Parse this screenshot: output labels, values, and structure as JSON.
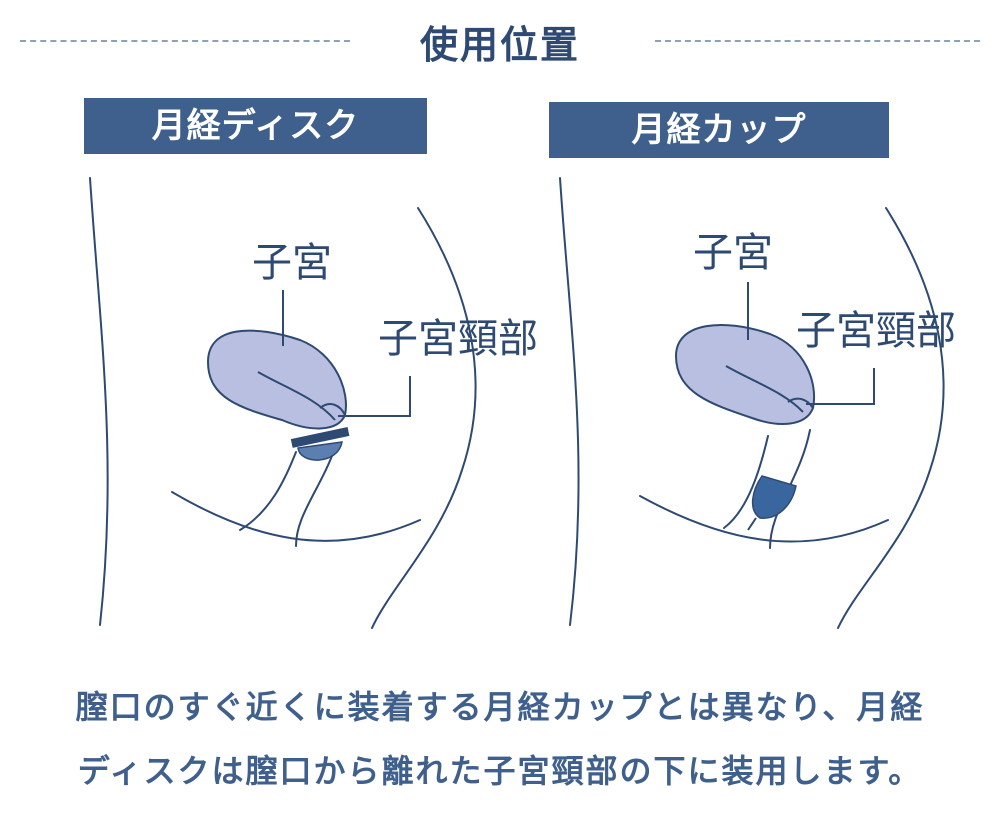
{
  "title": "使用位置",
  "panels": [
    {
      "label": "月経ディスク",
      "uterus_label": "子宮",
      "cervix_label": "子宮頸部"
    },
    {
      "label": "月経カップ",
      "uterus_label": "子宮",
      "cervix_label": "子宮頸部"
    }
  ],
  "caption": {
    "line1": "膣口のすぐ近くに装着する月経カップとは異なり、月経",
    "line2": "ディスクは膣口から離れた子宮頸部の下に装用します。"
  },
  "colors": {
    "navy": "#3f5f8c",
    "outline": "#2e4a72",
    "uterus_fill": "#b9bfe0",
    "device_fill": "#3a66a0",
    "disc_fill": "#5b7fb0"
  }
}
